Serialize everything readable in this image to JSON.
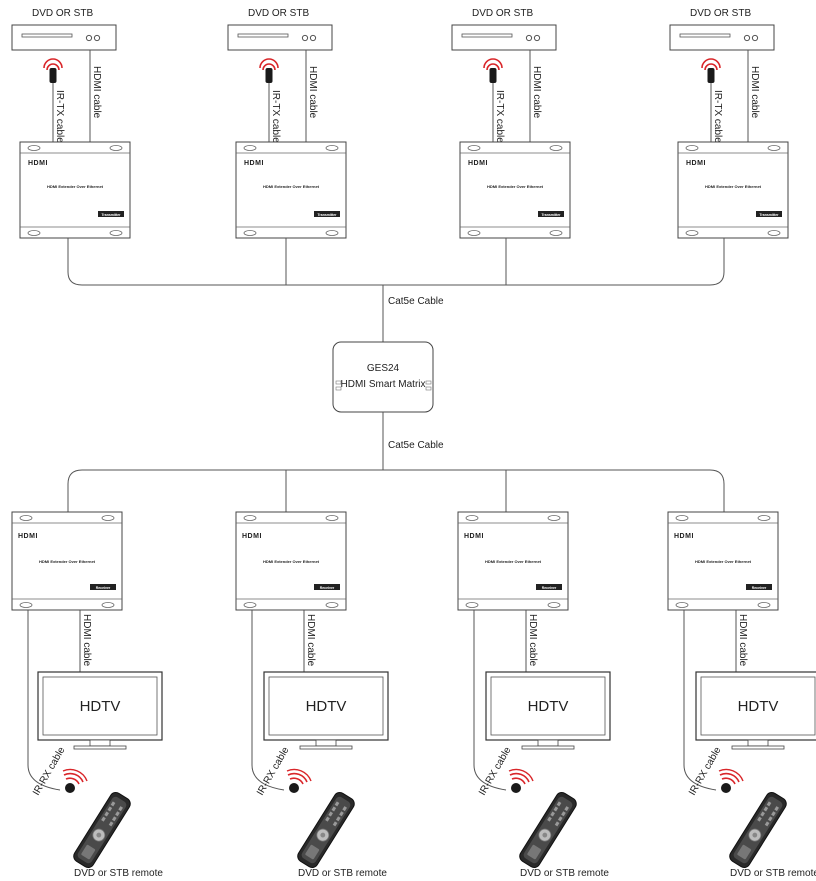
{
  "sources": [
    {
      "label": "DVD OR STB",
      "ir_cable": "IR-TX cable",
      "hdmi_cable": "HDMI cable"
    },
    {
      "label": "DVD OR STB",
      "ir_cable": "IR-TX cable",
      "hdmi_cable": "HDMI cable"
    },
    {
      "label": "DVD OR STB",
      "ir_cable": "IR-TX cable",
      "hdmi_cable": "HDMI cable"
    },
    {
      "label": "DVD OR STB",
      "ir_cable": "IR-TX cable",
      "hdmi_cable": "HDMI cable"
    }
  ],
  "transmitter": {
    "logo": "HDMI",
    "title": "HDMI Extender Over Ethernet",
    "tag": "Transmitter"
  },
  "receiver": {
    "logo": "HDMI",
    "title": "HDMI Extender Over Ethernet",
    "tag": "Receiver"
  },
  "matrix": {
    "line1": "GES24",
    "line2": "HDMI Smart Matrix"
  },
  "cable_top": "Cat5e Cable",
  "cable_bottom": "Cat5e Cable",
  "displays": [
    {
      "screen": "HDTV",
      "hdmi_cable": "HDMI cable",
      "ir_cable": "IR-RX cable",
      "remote_label": "DVD or STB remote"
    },
    {
      "screen": "HDTV",
      "hdmi_cable": "HDMI cable",
      "ir_cable": "IR-RX cable",
      "remote_label": "DVD or STB remote"
    },
    {
      "screen": "HDTV",
      "hdmi_cable": "HDMI cable",
      "ir_cable": "IR-RX cable",
      "remote_label": "DVD or STB remote"
    },
    {
      "screen": "HDTV",
      "hdmi_cable": "HDMI cable",
      "ir_cable": "IR-RX cable",
      "remote_label": "DVD or STB remote"
    }
  ],
  "colors": {
    "ir_red": "#d9262a",
    "device_stroke": "#444444"
  }
}
